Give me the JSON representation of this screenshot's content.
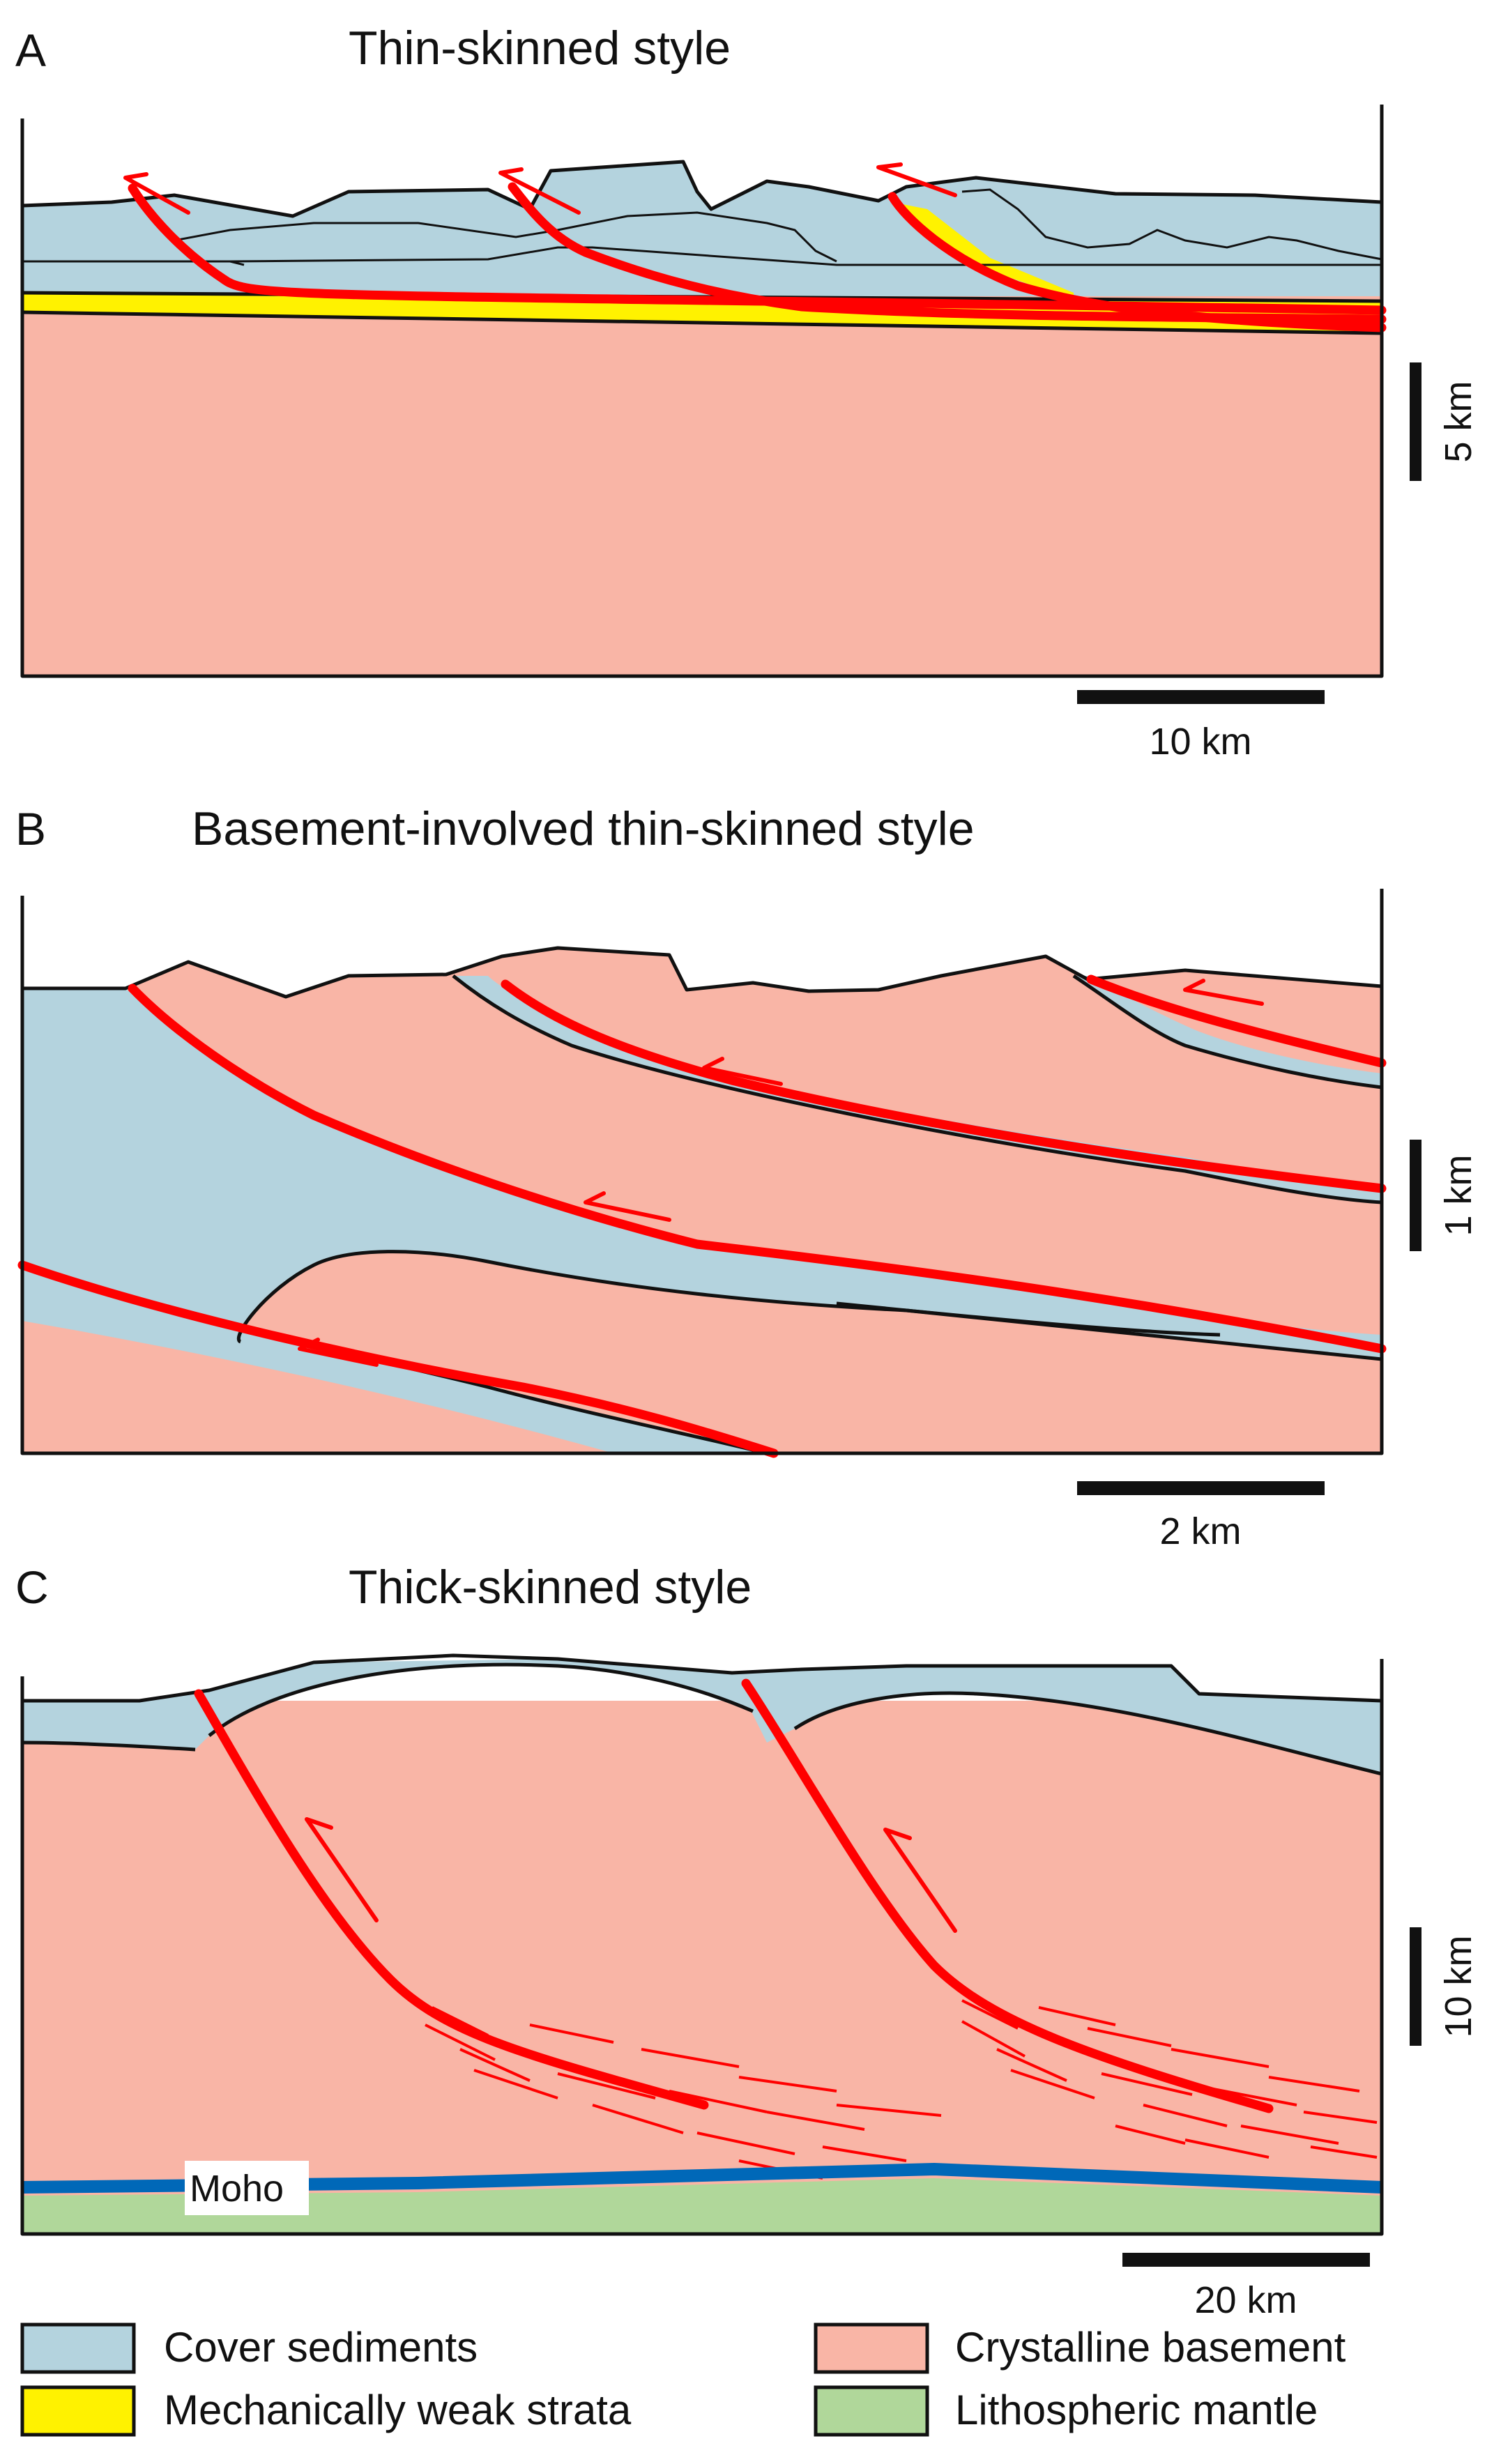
{
  "colors": {
    "cover": "#b4d3de",
    "base": "#f9b5a6",
    "weak": "#fff200",
    "mantle": "#b0d79a",
    "fault": "#ff0000",
    "moho": "#0068b8"
  },
  "panels": [
    {
      "letter": "A",
      "title": "Thin-skinned style",
      "vertical_scale": "5 km",
      "horizontal_scale": "10 km"
    },
    {
      "letter": "B",
      "title": "Basement-involved thin-skinned style",
      "vertical_scale": "1 km",
      "horizontal_scale": "2 km"
    },
    {
      "letter": "C",
      "title": "Thick-skinned style",
      "vertical_scale": "10 km",
      "horizontal_scale": "20 km",
      "moho_label": "Moho"
    }
  ],
  "legend": [
    {
      "label": "Cover sediments",
      "color": "#b4d3de"
    },
    {
      "label": "Mechanically weak strata",
      "color": "#fff200"
    },
    {
      "label": "Crystalline basement",
      "color": "#f9b5a6"
    },
    {
      "label": "Lithospheric mantle",
      "color": "#b0d79a"
    }
  ]
}
